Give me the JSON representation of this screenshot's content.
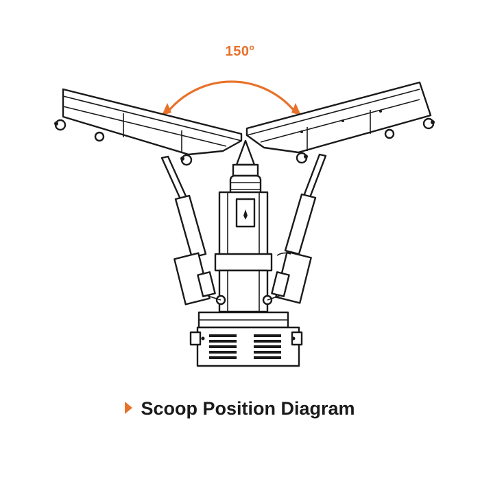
{
  "diagram": {
    "angle": {
      "value": "150",
      "unit": "o"
    },
    "caption": "Scoop Position Diagram"
  },
  "colors": {
    "accent": "#e8712a",
    "line": "#1a1a1a",
    "background": "#ffffff"
  }
}
